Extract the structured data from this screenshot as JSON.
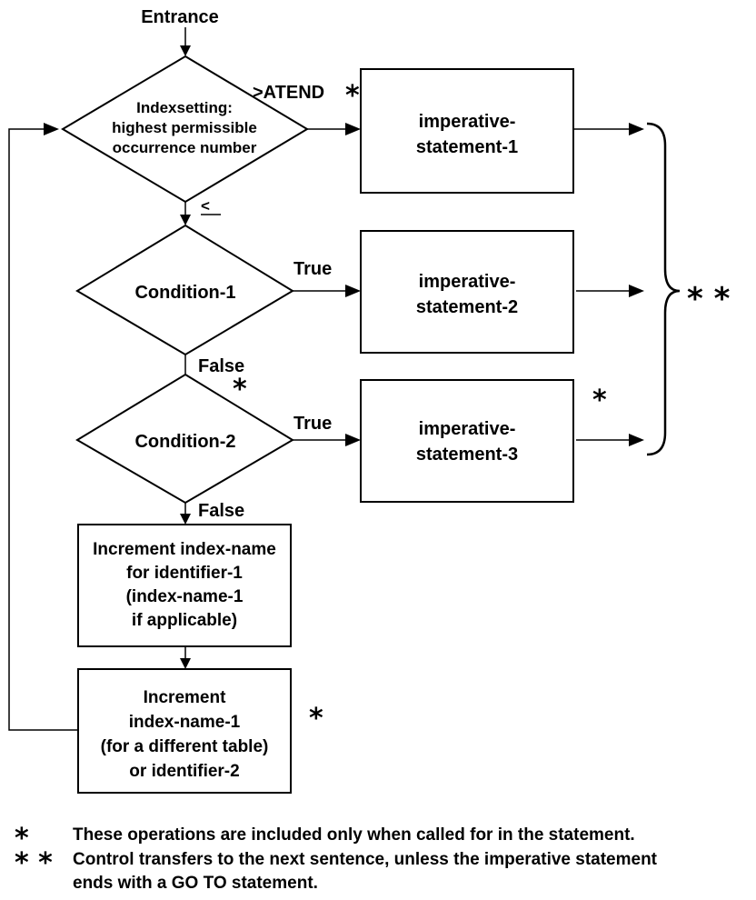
{
  "entrance_label": "Entrance",
  "index_setting": {
    "line1": "Indexsetting:",
    "line2": "highest permissible",
    "line3": "occurrence number"
  },
  "at_end_label": ">ATEND",
  "le_label": "<",
  "condition_1": "Condition-1",
  "condition_2": "Condition-2",
  "true_label": "True",
  "false_label": "False",
  "imperative_1": {
    "line1": "imperative-",
    "line2": "statement-1"
  },
  "imperative_2": {
    "line1": "imperative-",
    "line2": "statement-2"
  },
  "imperative_3": {
    "line1": "imperative-",
    "line2": "statement-3"
  },
  "increment_index_name": {
    "line1": "Increment index-name",
    "line2": "for identifier-1",
    "line3": "(index-name-1",
    "line4": "if applicable)"
  },
  "increment_index_name_1": {
    "line1": "Increment",
    "line2": "index-name-1",
    "line3": "(for a different table)",
    "line4": "or identifier-2"
  },
  "single_asterisk": "*",
  "double_asterisk": "* *",
  "notes": [
    {
      "marker": "*",
      "text": "These operations are included only when called for in the statement."
    },
    {
      "marker": "* *",
      "text": "Control transfers to the next sentence, unless the imperative statement"
    },
    {
      "marker": "",
      "text": "ends with a GO TO statement."
    }
  ]
}
